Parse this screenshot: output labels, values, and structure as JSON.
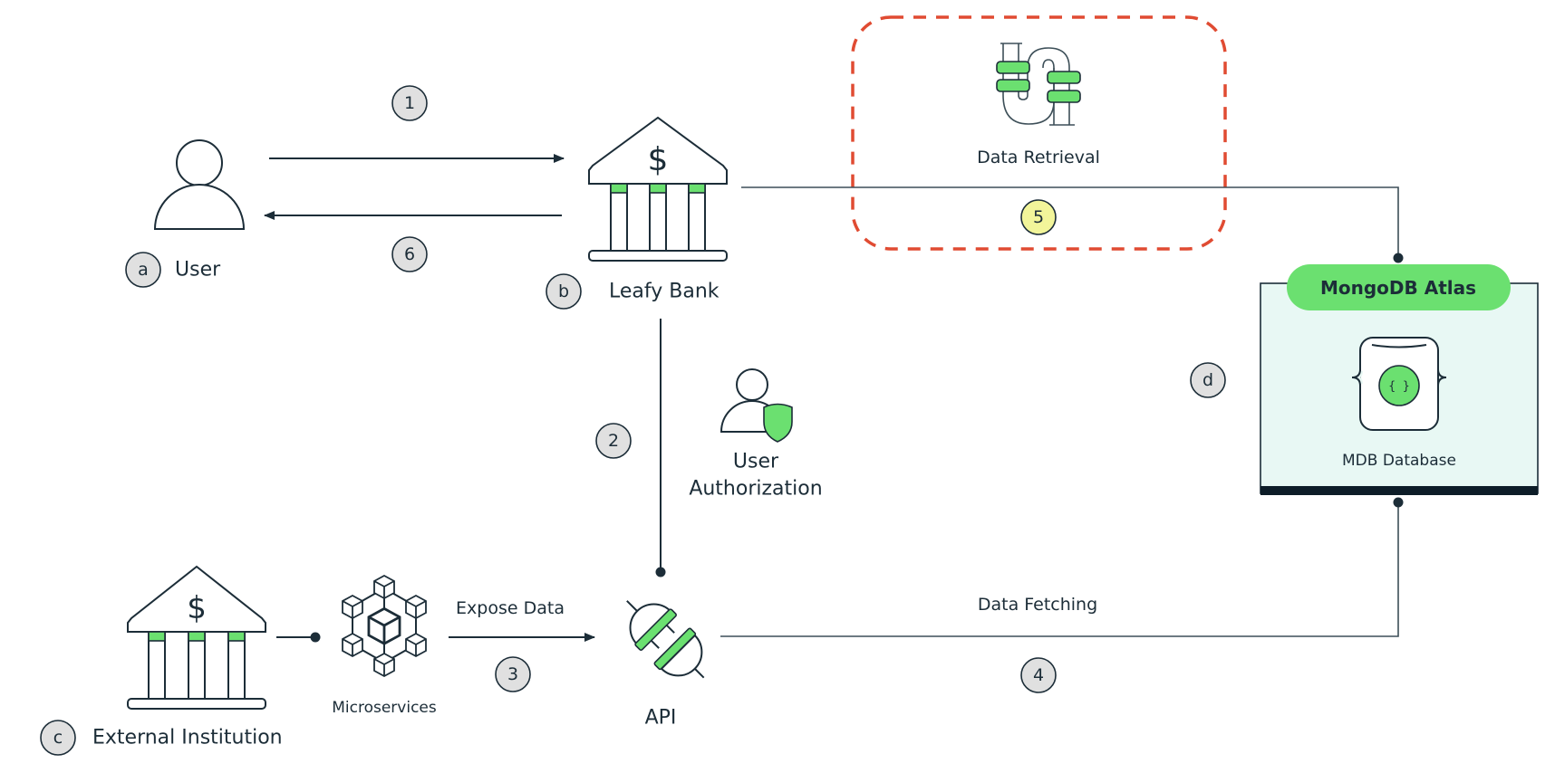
{
  "colors": {
    "accent_green": "#6be070",
    "ink": "#1c2d38",
    "step_fill": "#e0e0e0",
    "highlight_step_fill": "#f2f59a",
    "dashed_outline": "#e04b32",
    "atlas_panel": "#e8f8f4"
  },
  "nodes": {
    "user": {
      "badge": "a",
      "label": "User",
      "icon": "user-icon"
    },
    "leafy_bank": {
      "badge": "b",
      "label": "Leafy Bank",
      "icon": "bank-icon"
    },
    "external_institution": {
      "badge": "c",
      "label": "External Institution",
      "icon": "bank-icon"
    },
    "mongodb": {
      "badge": "d",
      "title": "MongoDB Atlas",
      "label": "MDB Database",
      "inner_glyph": "{ }",
      "icon": "database-icon"
    },
    "microservices": {
      "label": "Microservices",
      "icon": "microservices-icon"
    },
    "api": {
      "label": "API",
      "icon": "plug-icon"
    },
    "user_authorization": {
      "label_line1": "User",
      "label_line2": "Authorization",
      "icon": "user-shield-icon"
    },
    "data_retrieval": {
      "label": "Data Retrieval",
      "icon": "pipe-icon"
    }
  },
  "edges": {
    "expose_data": "Expose Data",
    "data_fetching": "Data Fetching"
  },
  "steps": [
    "1",
    "2",
    "3",
    "4",
    "5",
    "6"
  ],
  "highlighted_step": "5"
}
